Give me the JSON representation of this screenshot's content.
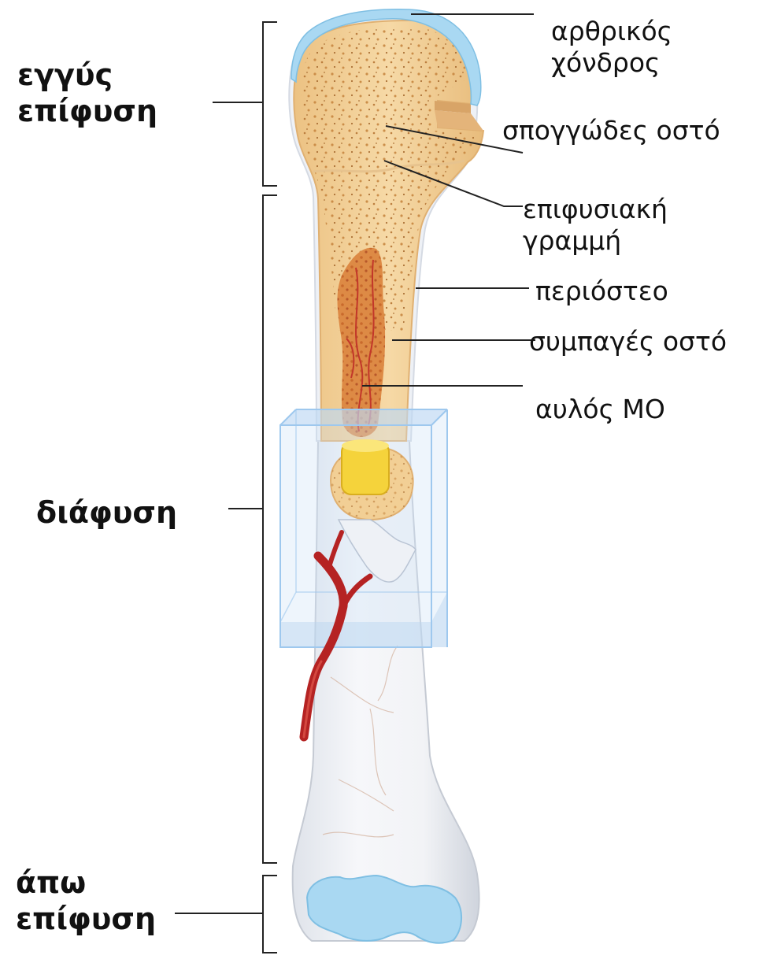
{
  "regions": {
    "proximal_line1": "εγγύς",
    "proximal_line2": "επίφυση",
    "diaphysis": "διάφυση",
    "distal_line1": "άπω",
    "distal_line2": "επίφυση"
  },
  "labels": {
    "cartilage_line1": "αρθρικός",
    "cartilage_line2": "χόνδρος",
    "spongy": "σπογγώδες οστό",
    "epiphyseal_line1": "επιφυσιακή",
    "epiphyseal_line2": "γραμμή",
    "periosteum": "περιόστεο",
    "compact": "συμπαγές οστό",
    "marrow_cavity": "αυλός ΜΟ"
  },
  "colors": {
    "bone_cut": "#f2cf95",
    "bone_cut_edge": "#e0b071",
    "spongy_dots": "#c98a45",
    "marrow": "#d9742f",
    "marrow_red": "#c2372a",
    "cartilage": "#a9d8f2",
    "cartilage_edge": "#7fbfe3",
    "periosteum": "#eef1f6",
    "artery": "#b52323",
    "box": "#9ec8ee",
    "yellow_marrow": "#f5d33b",
    "line": "#222222"
  }
}
